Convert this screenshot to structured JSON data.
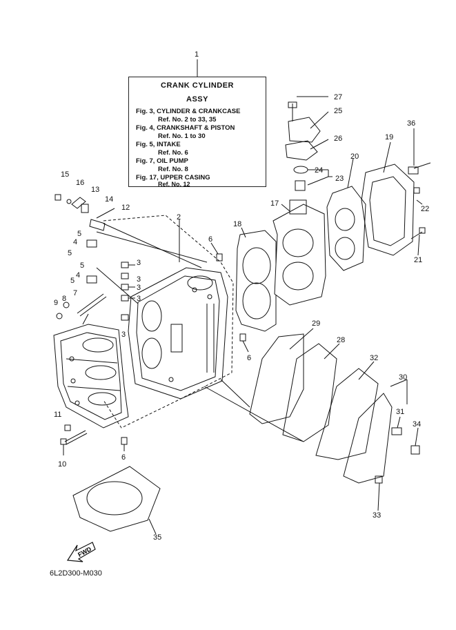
{
  "info_box": {
    "title_line1": "CRANK  CYLINDER",
    "title_line2": "ASSY",
    "lines": [
      "Fig. 3, CYLINDER & CRANKCASE",
      "Ref. No. 2 to 33, 35",
      "Fig. 4, CRANKSHAFT & PISTON",
      "Ref. No. 1 to 30",
      "Fig. 5, INTAKE",
      "Ref. No. 6",
      "Fig. 7, OIL PUMP",
      "Ref. No. 8",
      "Fig. 17, UPPER CASING",
      "Ref. No. 12"
    ]
  },
  "callouts": {
    "c1": "1",
    "c2": "2",
    "c3a": "3",
    "c3b": "3",
    "c3c": "3",
    "c3d": "3",
    "c3e": "3",
    "c4a": "4",
    "c4b": "4",
    "c5a": "5",
    "c5b": "5",
    "c5c": "5",
    "c5d": "5",
    "c6a": "6",
    "c6b": "6",
    "c6c": "6",
    "c7": "7",
    "c8": "8",
    "c9": "9",
    "c10": "10",
    "c11": "11",
    "c12": "12",
    "c13": "13",
    "c14": "14",
    "c15": "15",
    "c16": "16",
    "c17": "17",
    "c18": "18",
    "c19": "19",
    "c20": "20",
    "c21": "21",
    "c22": "22",
    "c23": "23",
    "c24": "24",
    "c25": "25",
    "c26": "26",
    "c27": "27",
    "c28": "28",
    "c29": "29",
    "c30": "30",
    "c31": "31",
    "c32": "32",
    "c33": "33",
    "c34": "34",
    "c35": "35",
    "c36": "36"
  },
  "fwd_label": "FWD",
  "drawing_code": "6L2D300-M030"
}
